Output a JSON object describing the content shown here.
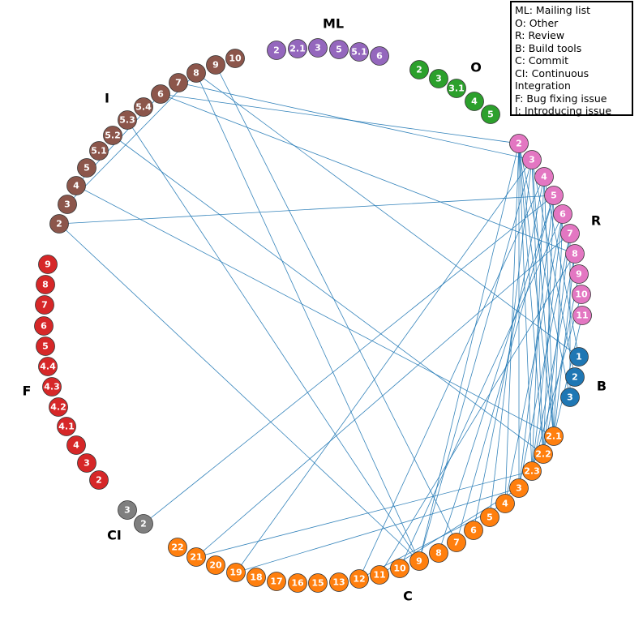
{
  "colors": {
    "ML": "#9467bd",
    "O": "#2ca02c",
    "R": "#e377c2",
    "B": "#1f77b4",
    "C": "#ff7f0e",
    "CI": "#7f7f7f",
    "F": "#d62728",
    "I": "#8c564b",
    "edge": "#1f77b4"
  },
  "legend": [
    "ML: Mailing list",
    "O: Other",
    "R: Review",
    "B: Build tools",
    "C: Commit",
    "CI: Continuous\nIntegration",
    "F: Bug fixing issue",
    "I: Introducing issue"
  ],
  "groups": [
    {
      "key": "ML",
      "label": "ML",
      "nodes": [
        "2",
        "2.1",
        "3",
        "5",
        "5.1",
        "6"
      ]
    },
    {
      "key": "O",
      "label": "O",
      "nodes": [
        "2",
        "3",
        "3.1",
        "4",
        "5"
      ]
    },
    {
      "key": "R",
      "label": "R",
      "nodes": [
        "2",
        "3",
        "4",
        "5",
        "6",
        "7",
        "8",
        "9",
        "10",
        "11"
      ]
    },
    {
      "key": "B",
      "label": "B",
      "nodes": [
        "1",
        "2",
        "3"
      ]
    },
    {
      "key": "C",
      "label": "C",
      "nodes": [
        "2.1",
        "2.2",
        "2.3",
        "3",
        "4",
        "5",
        "6",
        "7",
        "8",
        "9",
        "10",
        "11",
        "12",
        "13",
        "15",
        "16",
        "17",
        "18",
        "19",
        "20",
        "21",
        "22"
      ]
    },
    {
      "key": "CI",
      "label": "CI",
      "nodes": [
        "3",
        "2"
      ]
    },
    {
      "key": "F",
      "label": "F",
      "nodes": [
        "9",
        "8",
        "7",
        "6",
        "5",
        "4.4",
        "4.3",
        "4.2",
        "4.1",
        "4",
        "3",
        "2"
      ]
    },
    {
      "key": "I",
      "label": "I",
      "nodes": [
        "2",
        "3",
        "4",
        "5",
        "5.1",
        "5.2",
        "5.3",
        "5.4",
        "6",
        "7",
        "8",
        "9",
        "10"
      ]
    }
  ],
  "edges": [
    [
      "I:2",
      "R:5"
    ],
    [
      "I:2",
      "C:9"
    ],
    [
      "I:3",
      "I:8"
    ],
    [
      "I:4",
      "I:6"
    ],
    [
      "I:4",
      "C:2.1"
    ],
    [
      "I:5.2",
      "C:2.2"
    ],
    [
      "I:5.3",
      "C:9"
    ],
    [
      "I:6",
      "R:2"
    ],
    [
      "I:6",
      "R:8"
    ],
    [
      "I:7",
      "R:3"
    ],
    [
      "I:8",
      "C:9"
    ],
    [
      "I:9",
      "C:7"
    ],
    [
      "I:8",
      "B:1"
    ],
    [
      "CI:2",
      "R:5"
    ],
    [
      "R:2",
      "C:2.1"
    ],
    [
      "R:2",
      "C:2.2"
    ],
    [
      "R:2",
      "C:2.3"
    ],
    [
      "R:2",
      "C:3"
    ],
    [
      "R:2",
      "C:4"
    ],
    [
      "R:2",
      "C:9"
    ],
    [
      "R:2",
      "B:3"
    ],
    [
      "R:3",
      "C:2.1"
    ],
    [
      "R:3",
      "C:2.2"
    ],
    [
      "R:3",
      "C:5"
    ],
    [
      "R:3",
      "C:9"
    ],
    [
      "R:3",
      "C:19"
    ],
    [
      "R:3",
      "B:2"
    ],
    [
      "R:4",
      "C:2.1"
    ],
    [
      "R:4",
      "C:2.3"
    ],
    [
      "R:4",
      "C:6"
    ],
    [
      "R:4",
      "C:12"
    ],
    [
      "R:4",
      "B:1"
    ],
    [
      "R:5",
      "C:2.2"
    ],
    [
      "R:5",
      "C:3"
    ],
    [
      "R:5",
      "C:7"
    ],
    [
      "R:5",
      "C:8"
    ],
    [
      "R:6",
      "C:2.1"
    ],
    [
      "R:6",
      "C:2.3"
    ],
    [
      "R:6",
      "C:4"
    ],
    [
      "R:6",
      "C:10"
    ],
    [
      "R:7",
      "C:2.2"
    ],
    [
      "R:7",
      "C:3"
    ],
    [
      "R:7",
      "C:21"
    ],
    [
      "R:7",
      "B:3"
    ],
    [
      "R:8",
      "C:2.1"
    ],
    [
      "R:8",
      "C:2.3"
    ],
    [
      "R:8",
      "C:11"
    ],
    [
      "R:9",
      "C:2.2"
    ],
    [
      "R:10",
      "C:2.3"
    ],
    [
      "R:11",
      "C:2.1"
    ],
    [
      "C:2.3",
      "C:21"
    ],
    [
      "C:3",
      "C:19"
    ],
    [
      "C:4",
      "C:12"
    ],
    [
      "C:3",
      "C:11"
    ]
  ]
}
